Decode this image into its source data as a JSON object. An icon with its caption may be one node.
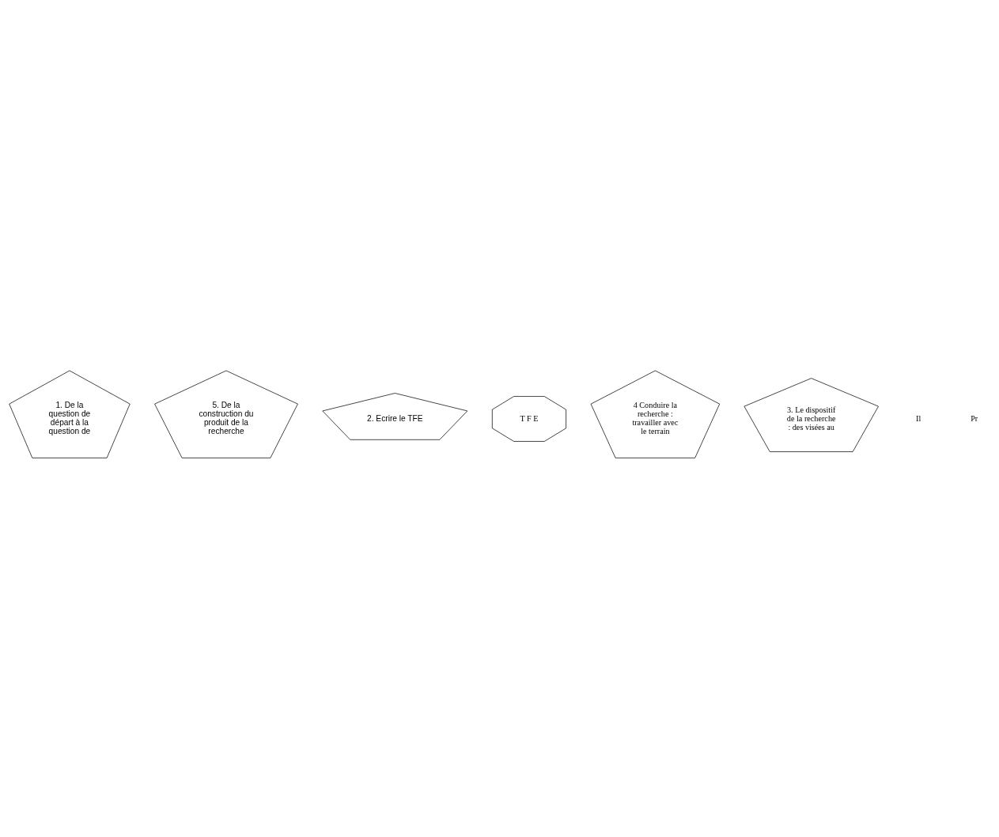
{
  "diagram": {
    "nodes": [
      {
        "text": [
          "1. De la question de départ à la question de"
        ]
      },
      {
        "text": [
          "5. De la construction du produit de la recherche"
        ]
      },
      {
        "text": [
          "2. Ecrire le TFE"
        ]
      },
      {
        "text": [
          "T F E"
        ]
      },
      {
        "text": [
          "4 Conduire la recherche : travailler avec le terrain"
        ]
      },
      {
        "text": [
          "3. Le dispositif de la recherche : des visées au"
        ]
      }
    ],
    "labels": [
      "Il",
      "Pr"
    ]
  }
}
